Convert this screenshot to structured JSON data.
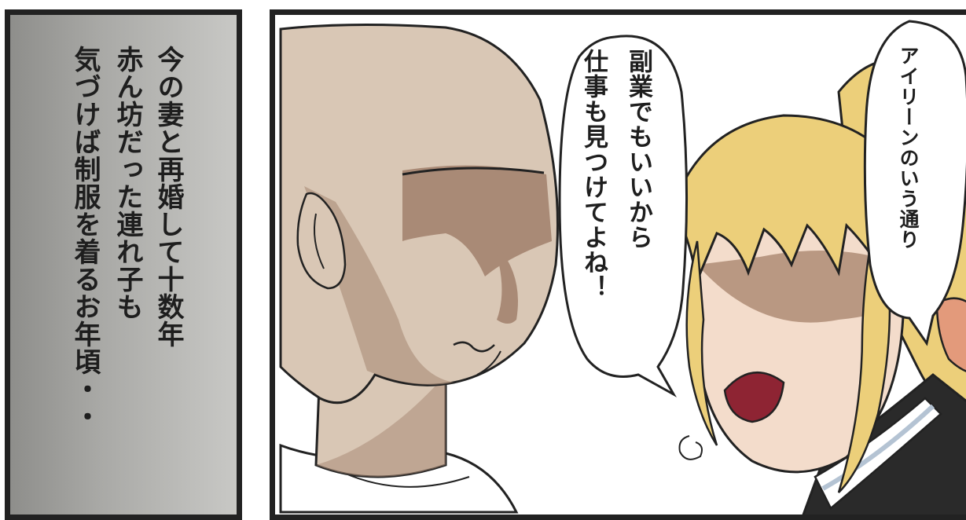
{
  "narration": {
    "lines": [
      "今の妻と再婚して十数年",
      "赤ん坊だった連れ子も",
      "気づけば制服を着るお年頃・・"
    ]
  },
  "speech": {
    "bubble_main": {
      "lines": [
        "副業でもいいから",
        "仕事も見つけてよね！"
      ]
    },
    "bubble_side": {
      "lines": [
        "アイリーンのいう通り"
      ]
    }
  },
  "colors": {
    "narration_gradient_dark": "#8e8e8b",
    "narration_gradient_light": "#c8c8c5",
    "panel_border": "#222222",
    "man_skin": "#d9c7b5",
    "man_shadow": "#a98a76",
    "girl_hair": "#eccf7a",
    "girl_skin": "#f3dccb",
    "girl_shadow": "#b99882",
    "mouth": "#8e2433",
    "ribbon": "#e39a7b",
    "uniform": "#2a2a2a",
    "collar": "#ffffff",
    "collar_trim": "#b4c3d3"
  }
}
